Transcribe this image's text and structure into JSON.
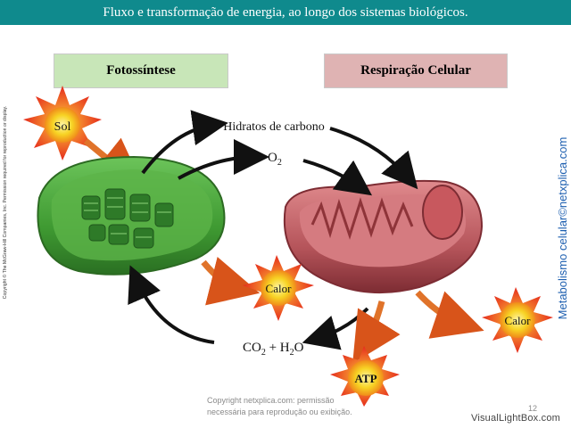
{
  "title": "Fluxo e transformação de energia, ao longo dos sistemas biológicos.",
  "labels": {
    "fotossintese": "Fotossíntese",
    "respiracao": "Respiração Celular"
  },
  "nodes": {
    "sol": "Sol",
    "hidratos": "Hidratos de carbono",
    "o2_main": "O",
    "o2_sub": "2",
    "co2_main": "CO",
    "co2_sub": "2",
    "plus": " + H",
    "h2o_sub": "2",
    "h2o_end": "O",
    "calor_left": "Calor",
    "calor_right": "Calor",
    "atp": "ATP"
  },
  "copyright_left": "Copyright © The McGraw-Hill Companies, Inc. Permission required for reproduction or display.",
  "watermark_right": "Metabolismo celular©netxplica.com",
  "bottom_note": {
    "line1": "Copyright netxplica.com: permissão",
    "line2": "necessária para reprodução ou exibição."
  },
  "page_number": "12",
  "visuallightbox": "VisualLightBox.com",
  "colors": {
    "title_bar": "#0f8a8d",
    "foto_box": "#c8e6b8",
    "resp_box": "#dfb3b3",
    "chloroplast": "#3f9a32",
    "mitochondrion": "#b5545a",
    "sun_outer": "#e52a1d",
    "sun_inner": "#f7d324"
  }
}
